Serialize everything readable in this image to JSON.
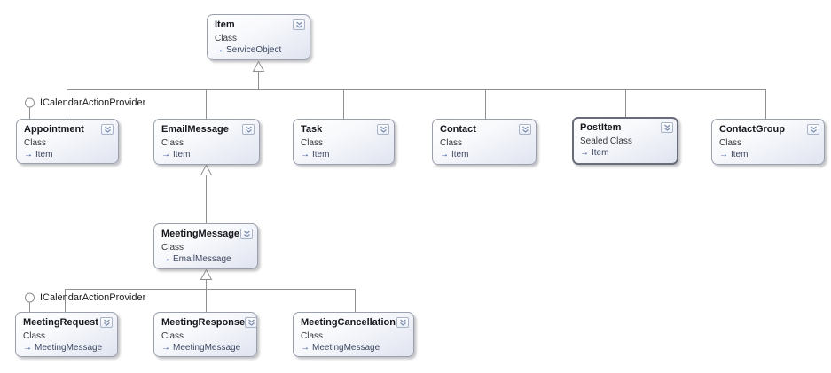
{
  "nodes": [
    {
      "title": "Item",
      "kind": "Class",
      "parent": "ServiceObject"
    },
    {
      "title": "Appointment",
      "kind": "Class",
      "parent": "Item"
    },
    {
      "title": "EmailMessage",
      "kind": "Class",
      "parent": "Item"
    },
    {
      "title": "Task",
      "kind": "Class",
      "parent": "Item"
    },
    {
      "title": "Contact",
      "kind": "Class",
      "parent": "Item"
    },
    {
      "title": "PostItem",
      "kind": "Sealed Class",
      "parent": "Item"
    },
    {
      "title": "ContactGroup",
      "kind": "Class",
      "parent": "Item"
    },
    {
      "title": "MeetingMessage",
      "kind": "Class",
      "parent": "EmailMessage"
    },
    {
      "title": "MeetingRequest",
      "kind": "Class",
      "parent": "MeetingMessage"
    },
    {
      "title": "MeetingResponse",
      "kind": "Class",
      "parent": "MeetingMessage"
    },
    {
      "title": "MeetingCancellation",
      "kind": "Class",
      "parent": "MeetingMessage"
    }
  ],
  "interfaces": [
    {
      "label": "ICalendarActionProvider",
      "attached_to": "Appointment"
    },
    {
      "label": "ICalendarActionProvider",
      "attached_to": "MeetingRequest"
    }
  ],
  "icons": {
    "inherit_arrow": "→",
    "collapse_chevron": "double-chevron-down"
  },
  "colors": {
    "connector": "#8f8f8f",
    "node_border": "#9aa0ae",
    "sealed_border": "#676c78",
    "node_fill_bottom": "#e0e4f0",
    "chevron": "#7a8cb0",
    "inherit_arrow": "#2b4a94"
  }
}
